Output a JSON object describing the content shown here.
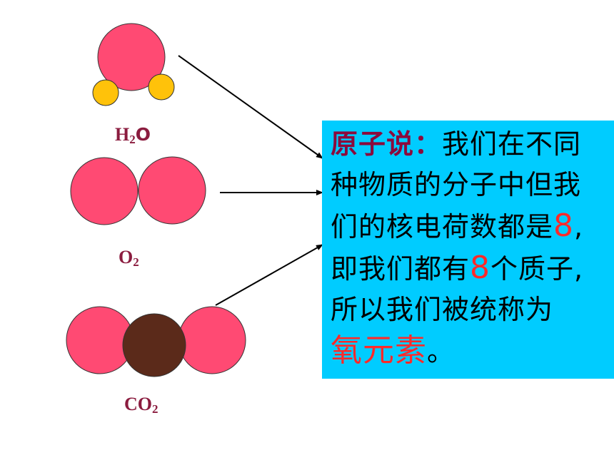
{
  "molecules": [
    {
      "id": "h2o",
      "formula_main": "H",
      "formula_sub": "2",
      "formula_tail": "O"
    },
    {
      "id": "o2",
      "formula_main": "O",
      "formula_sub": "2",
      "formula_tail": ""
    },
    {
      "id": "co2",
      "formula_main": "CO",
      "formula_sub": "2",
      "formula_tail": ""
    }
  ],
  "colors": {
    "oxygen": "#ff4a73",
    "hydrogen": "#ffc20a",
    "carbon": "#5b2a1a",
    "box": "#00ccff",
    "formula": "#8b1c3f",
    "highlight": "#ff2a2a"
  },
  "box": {
    "lead": "原子说：",
    "line1_rest": "我们在不同",
    "line2": "种物质的分子中但我",
    "line3_pre": "们的核电荷数都是",
    "num1": "8",
    "line3_post": ",",
    "line4_pre": "即我们都有",
    "num2": "8",
    "line4_post": "个质子,",
    "line5": "所以我们被统称为",
    "element": "氧元素",
    "line6_post": "。"
  }
}
